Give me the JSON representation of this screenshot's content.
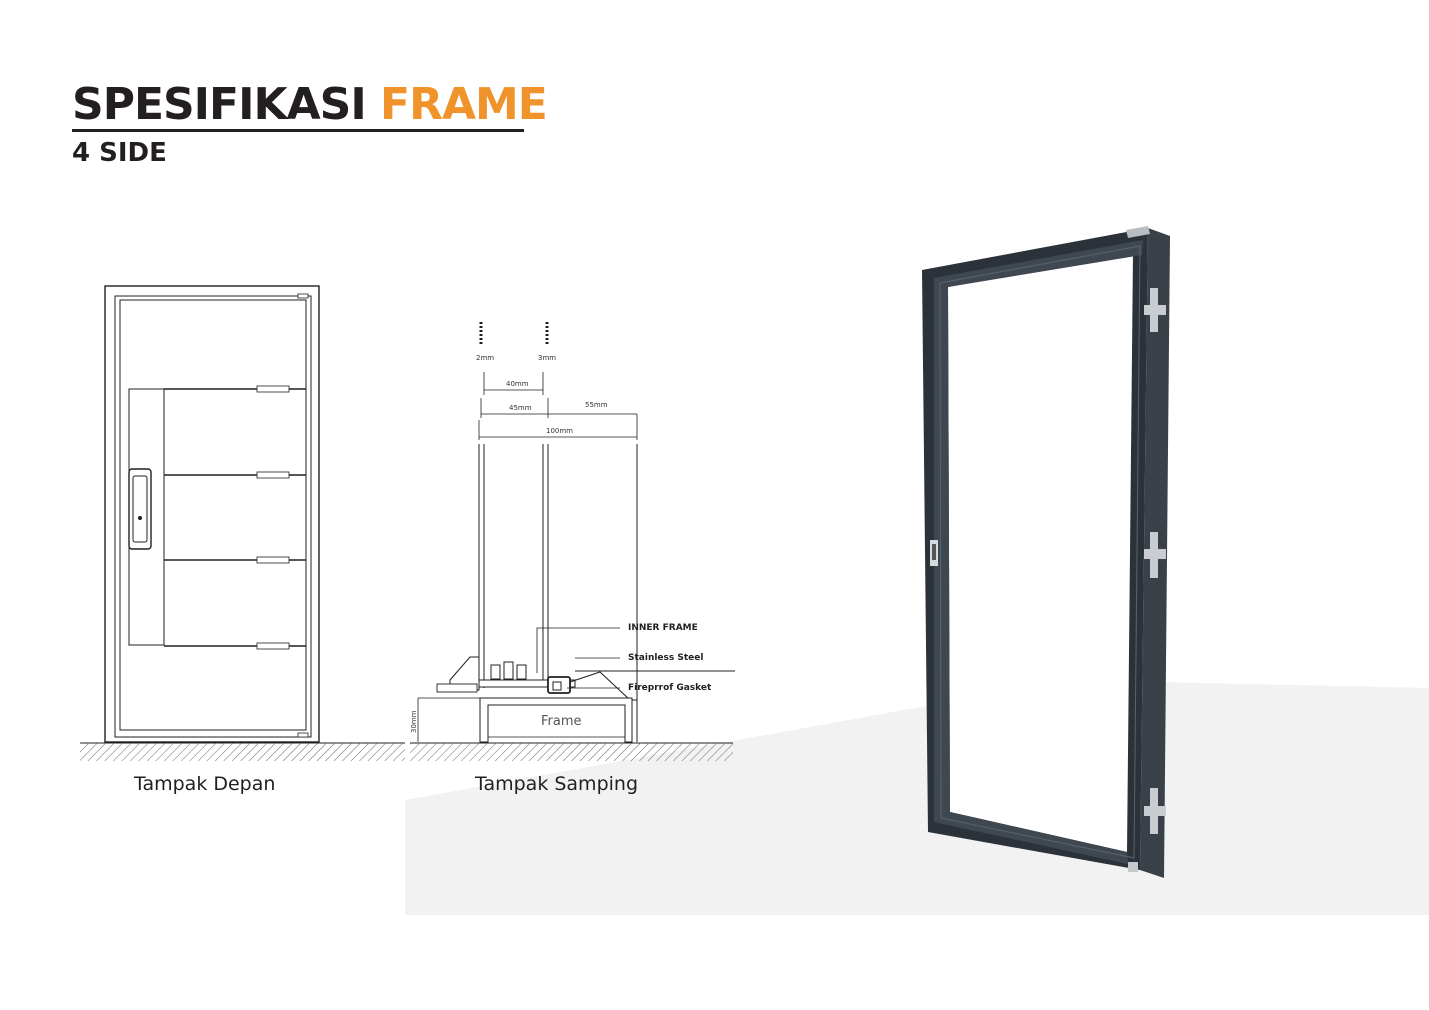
{
  "header": {
    "title_main": "SPESIFIKASI",
    "title_accent": "FRAME",
    "subtitle": "4 SIDE",
    "accent_color": "#f0932b",
    "text_color": "#231f20"
  },
  "front_view": {
    "caption": "Tampak Depan"
  },
  "side_view": {
    "caption": "Tampak Samping",
    "dimensions": {
      "d1": "2mm",
      "d2": "3mm",
      "d3": "40mm",
      "d4": "45mm",
      "d5": "55mm",
      "d6": "100mm",
      "d7": "30mm"
    },
    "callouts": {
      "inner_frame": "INNER FRAME",
      "stainless": "Stainless Steel",
      "gasket": "Fireprrof Gasket",
      "frame": "Frame"
    }
  },
  "render": {
    "frame_color": "#2b323a",
    "floor_color": "#f2f2f2"
  }
}
